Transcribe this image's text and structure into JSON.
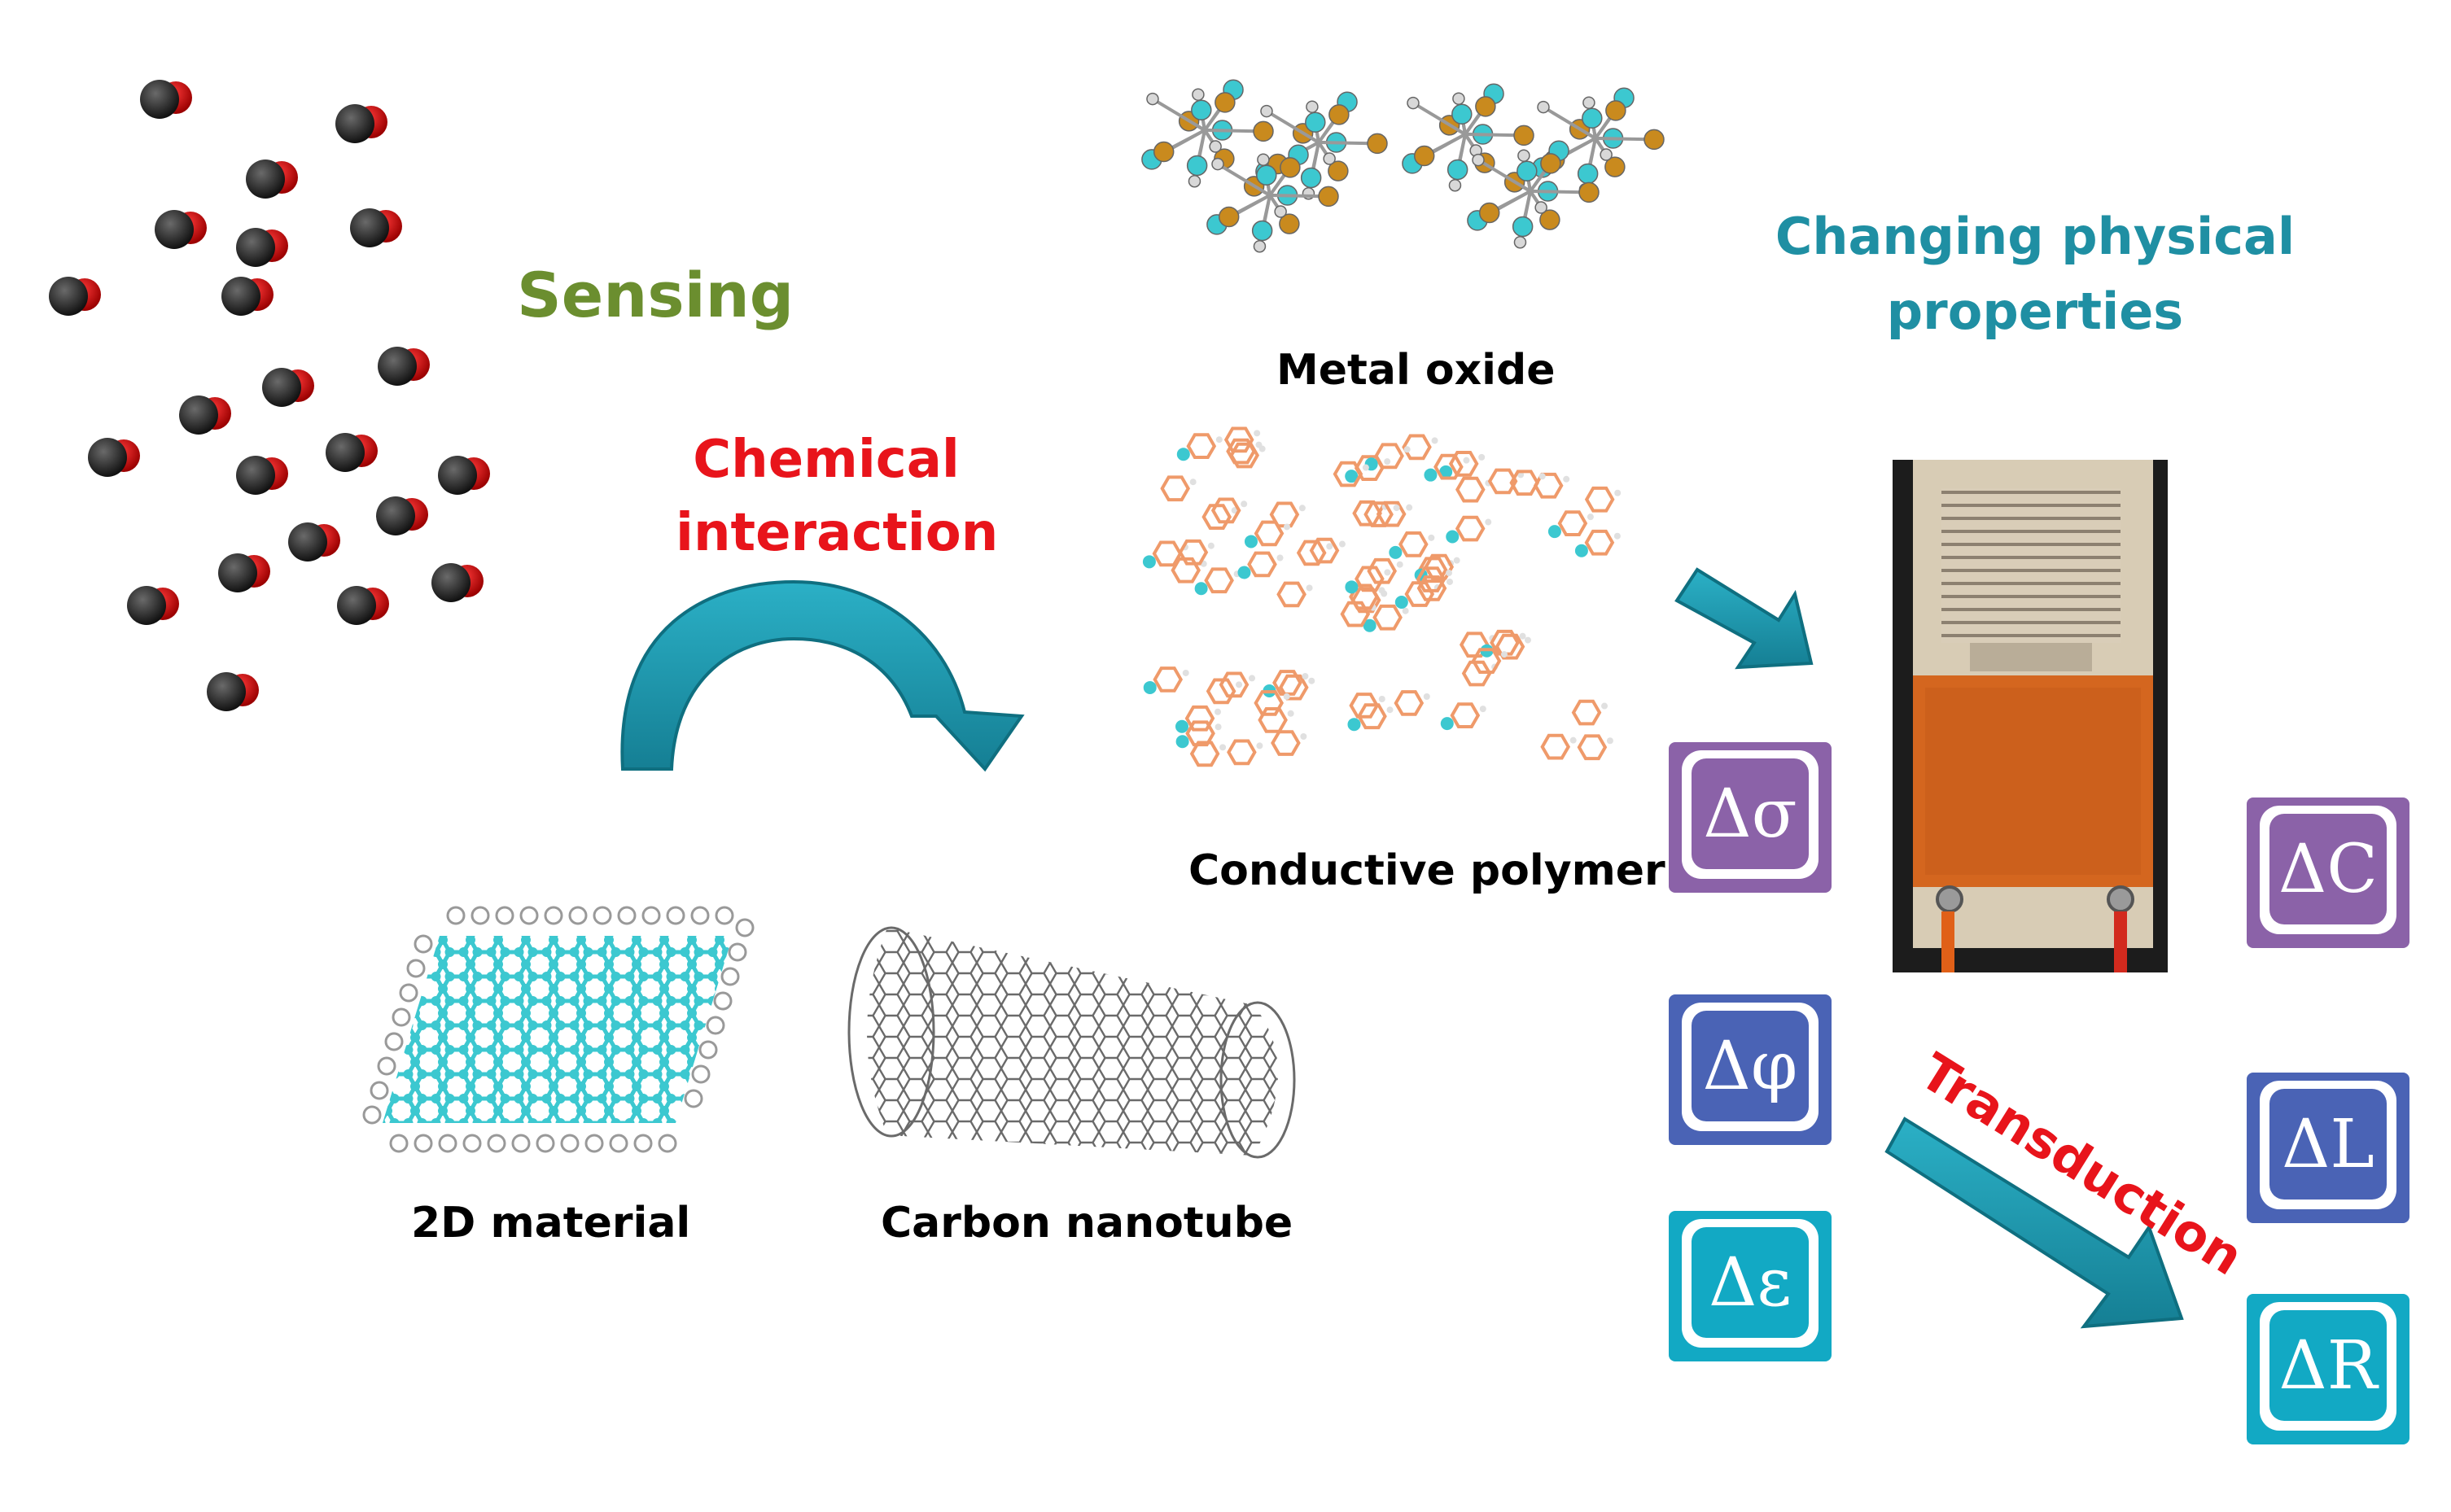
{
  "labels": {
    "sensing": "Sensing",
    "chemical_interaction_1": "Chemical",
    "chemical_interaction_2": "interaction",
    "metal_oxide": "Metal oxide",
    "conductive_polymer": "Conductive polymer",
    "material_2d": "2D material",
    "carbon_nanotube": "Carbon nanotube",
    "changing_1": "Changing physical",
    "changing_2": "properties",
    "transduction": "Transduction"
  },
  "tiles": {
    "sigma": "Δσ",
    "phi": "Δφ",
    "epsilon": "Δε",
    "capacitance": "ΔC",
    "inductance": "ΔL",
    "resistance": "ΔR"
  },
  "colors": {
    "sensing": "#6b8e2f",
    "red_label": "#e8141b",
    "teal_label": "#1f8fa3",
    "arrow_teal": "#1a98b0",
    "tile_purple": "#8b62a8",
    "tile_blue": "#4a63b5",
    "tile_cyan": "#12a9c4",
    "molecule_cyan": "#3cc8d0",
    "polymer_orange": "#ef9a6a",
    "oxide_gold": "#c98a1e",
    "gas_dark": "#2b2b2b",
    "gas_red": "#cc0000",
    "sensor_orange": "#d4661f"
  }
}
